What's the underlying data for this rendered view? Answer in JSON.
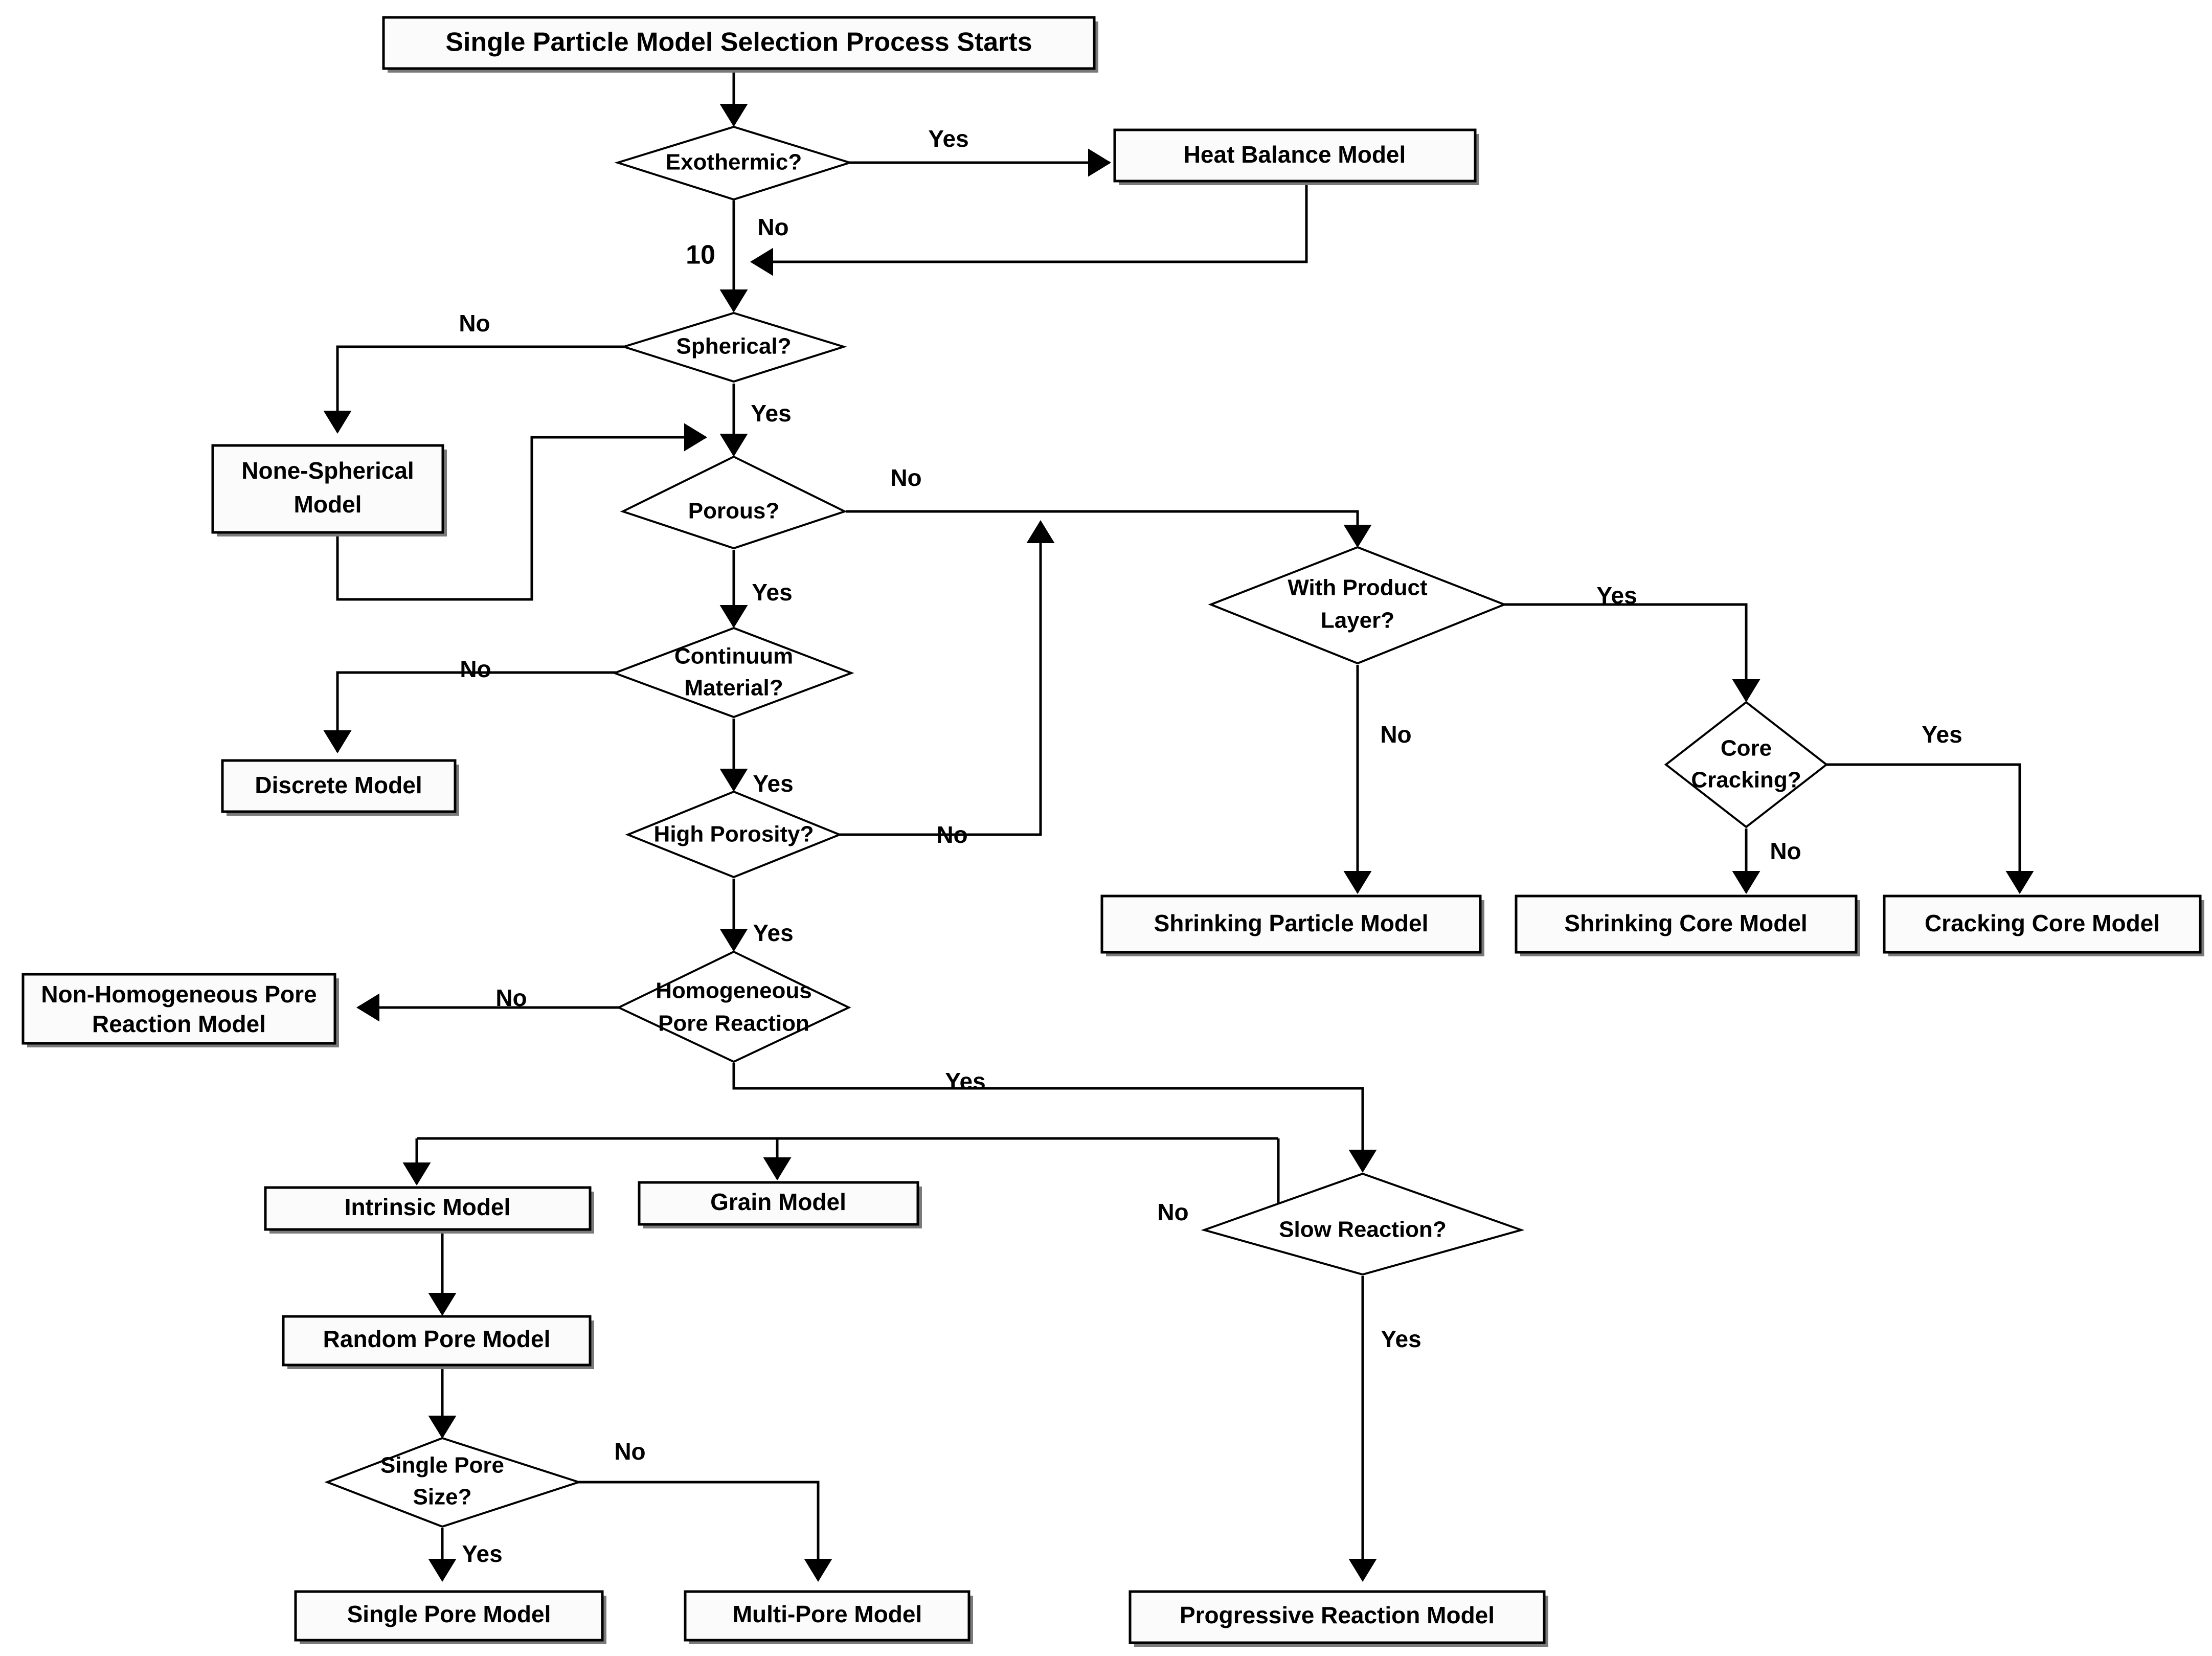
{
  "diagram": {
    "title": "Single Particle Model Selection Process Starts",
    "connector_label": "10",
    "yes_label": "Yes",
    "no_label": "No",
    "nodes": {
      "start": "Single Particle Model Selection Process Starts",
      "exothermic": "Exothermic?",
      "heat_balance": "Heat Balance Model",
      "spherical": "Spherical?",
      "none_spherical_l1": "None-Spherical",
      "none_spherical_l2": "Model",
      "porous": "Porous?",
      "continuum_l1": "Continuum",
      "continuum_l2": "Material?",
      "discrete": "Discrete Model",
      "high_porosity": "High Porosity?",
      "homogeneous_l1": "Homogeneous",
      "homogeneous_l2": "Pore Reaction",
      "non_homog_l1": "Non-Homogeneous Pore",
      "non_homog_l2": "Reaction Model",
      "with_product_l1": "With Product",
      "with_product_l2": "Layer?",
      "core_cracking_l1": "Core",
      "core_cracking_l2": "Cracking?",
      "shrinking_particle": "Shrinking Particle Model",
      "shrinking_core": "Shrinking Core Model",
      "cracking_core": "Cracking Core Model",
      "intrinsic": "Intrinsic Model",
      "grain": "Grain Model",
      "random_pore": "Random Pore Model",
      "single_pore_size_l1": "Single Pore",
      "single_pore_size_l2": "Size?",
      "single_pore": "Single Pore Model",
      "multi_pore": "Multi-Pore Model",
      "slow_reaction": "Slow Reaction?",
      "progressive": "Progressive Reaction Model"
    },
    "edge_labels": {
      "exothermic_yes": "Yes",
      "exothermic_no": "No",
      "spherical_no": "No",
      "spherical_yes": "Yes",
      "porous_no": "No",
      "porous_yes": "Yes",
      "continuum_no": "No",
      "continuum_yes": "Yes",
      "high_porosity_no": "No",
      "high_porosity_yes": "Yes",
      "homogeneous_no": "No",
      "homogeneous_yes": "Yes",
      "with_product_yes": "Yes",
      "with_product_no": "No",
      "core_cracking_yes": "Yes",
      "core_cracking_no": "No",
      "single_pore_size_no": "No",
      "single_pore_size_yes": "Yes",
      "slow_reaction_no": "No",
      "slow_reaction_yes": "Yes"
    },
    "colors": {
      "background": "#ffffff",
      "stroke": "#000000",
      "box_fill": "#fbfbfb",
      "shadow": "#7a7a7a",
      "text": "#000000"
    }
  }
}
